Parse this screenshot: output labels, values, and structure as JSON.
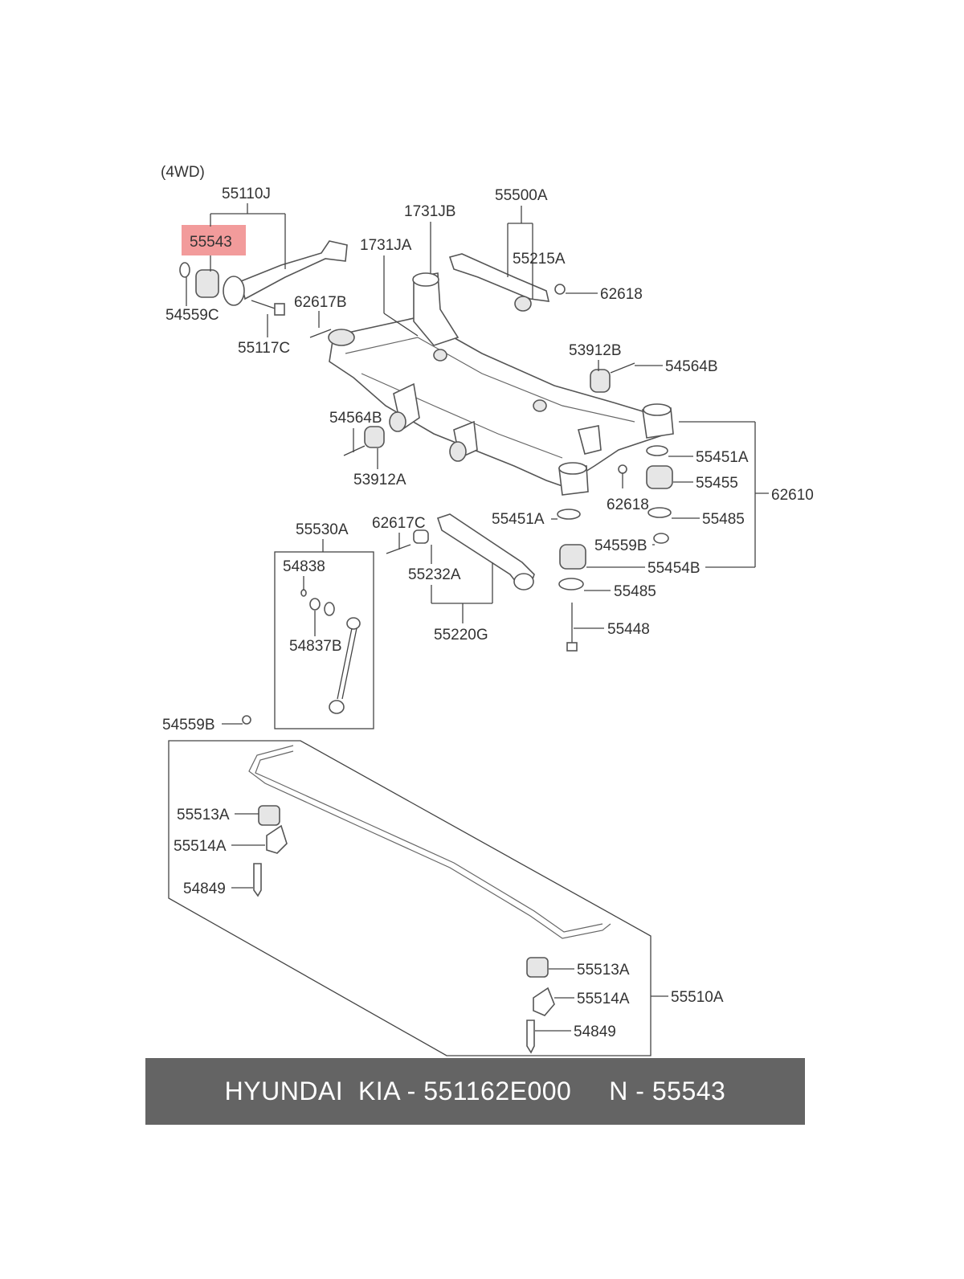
{
  "diagram": {
    "variant_label": "(4WD)",
    "highlighted_part": "55543",
    "labels": {
      "p55110J": "55110J",
      "p55543": "55543",
      "p54559C": "54559C",
      "p55117C": "55117C",
      "p62617B": "62617B",
      "p1731JA": "1731JA",
      "p1731JB": "1731JB",
      "p55500A": "55500A",
      "p55215A": "55215A",
      "p62618_top": "62618",
      "p53912B": "53912B",
      "p54564B_right": "54564B",
      "p54564B_left": "54564B",
      "p53912A": "53912A",
      "p55451A_right": "55451A",
      "p55455": "55455",
      "p62610": "62610",
      "p62618_mid": "62618",
      "p55451A_mid": "55451A",
      "p55485_upper": "55485",
      "p54559B_mid": "54559B",
      "p55454B": "55454B",
      "p55485_lower": "55485",
      "p55448": "55448",
      "p55530A": "55530A",
      "p62617C": "62617C",
      "p54838": "54838",
      "p55232A": "55232A",
      "p54837B": "54837B",
      "p55220G": "55220G",
      "p54559B_left": "54559B",
      "p55513A_left": "55513A",
      "p55514A_left": "55514A",
      "p54849_left": "54849",
      "p55513A_right": "55513A",
      "p55514A_right": "55514A",
      "p55510A": "55510A",
      "p54849_right": "54849"
    }
  },
  "caption": {
    "text": "HYUNDAI  KIA - 551162E000     N - 55543"
  },
  "colors": {
    "caption_background": "#646464",
    "caption_text": "#ffffff",
    "highlight_fill": "#f08a8a",
    "line": "#444444"
  }
}
